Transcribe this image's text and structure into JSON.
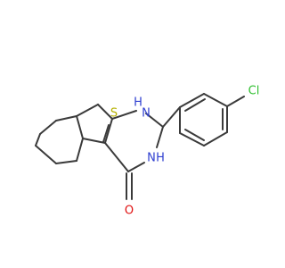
{
  "molecule": {
    "atom_labels": {
      "sulfur": "S",
      "nh1": "H",
      "n1": "N",
      "n3": "N",
      "nh3": "H",
      "oxygen": "O",
      "chlorine": "Cl"
    },
    "colors": {
      "bond": "#3a3a3a",
      "sulfur": "#b5b000",
      "nitrogen": "#2f3fd0",
      "oxygen": "#e01010",
      "chlorine": "#2fbf2f"
    }
  }
}
